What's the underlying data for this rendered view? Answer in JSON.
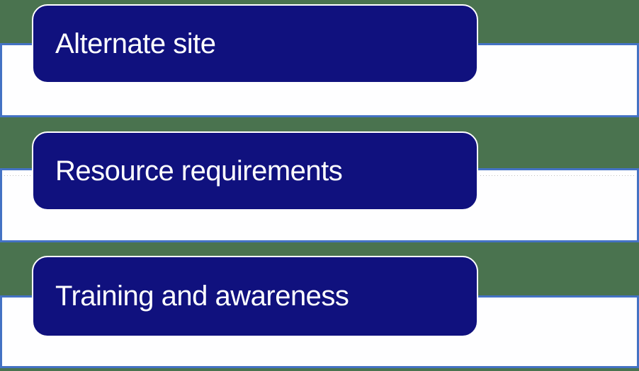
{
  "slide": {
    "type": "smartart-list",
    "items": [
      {
        "label": "Alternate site"
      },
      {
        "label": "Resource requirements"
      },
      {
        "label": "Training and awareness"
      }
    ]
  },
  "colors": {
    "background_green": "#4A734F",
    "band_fill": "#FEFEFF",
    "band_border_blue": "#4472C4",
    "box_fill_navy": "#10117E",
    "box_outline_white": "#FFFFFF",
    "label_text": "#FFFFFF",
    "dotted_line_gray": "#BFBFBF"
  }
}
